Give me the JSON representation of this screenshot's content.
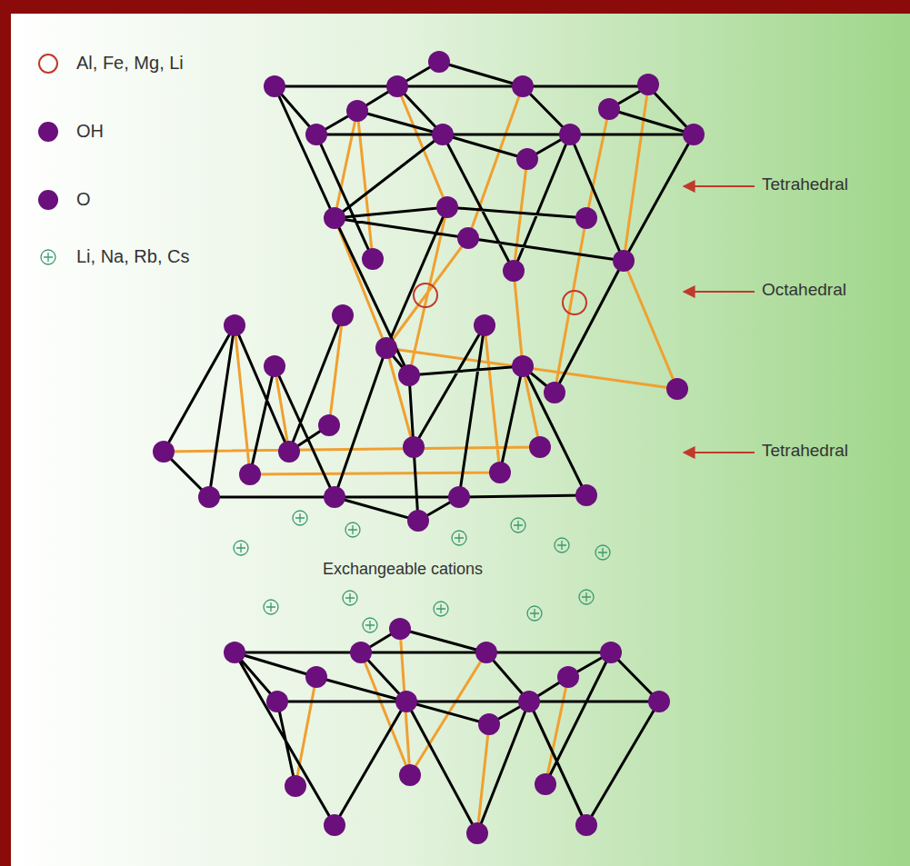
{
  "diagram": {
    "labels": [
      "Tetrahedral",
      "Octahedral",
      "Tetrahedral",
      "Exchangeable cations"
    ],
    "legend": [
      {
        "text": "Al, Fe, Mg, Li"
      },
      {
        "text": "OH",
        "color": "#6a0f7c"
      },
      {
        "text": "O",
        "color": "#6a0f7c"
      },
      {
        "text": "Li, Na, Rb, Cs"
      }
    ]
  }
}
